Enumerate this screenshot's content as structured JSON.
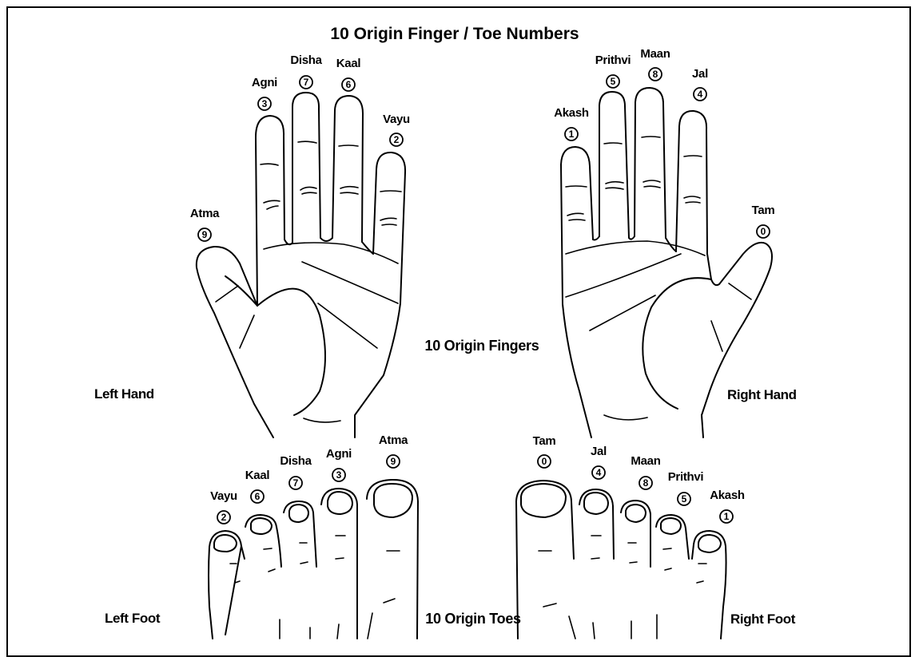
{
  "title": "10 Origin Finger / Toe Numbers",
  "middle_labels": {
    "fingers": "10 Origin Fingers",
    "toes": "10 Origin Toes"
  },
  "sides": {
    "left_hand": "Left Hand",
    "right_hand": "Right Hand",
    "left_foot": "Left Foot",
    "right_foot": "Right Foot"
  },
  "left_hand_digits": [
    {
      "name": "Atma",
      "number": "9"
    },
    {
      "name": "Agni",
      "number": "3"
    },
    {
      "name": "Disha",
      "number": "7"
    },
    {
      "name": "Kaal",
      "number": "6"
    },
    {
      "name": "Vayu",
      "number": "2"
    }
  ],
  "right_hand_digits": [
    {
      "name": "Akash",
      "number": "1"
    },
    {
      "name": "Prithvi",
      "number": "5"
    },
    {
      "name": "Maan",
      "number": "8"
    },
    {
      "name": "Jal",
      "number": "4"
    },
    {
      "name": "Tam",
      "number": "0"
    }
  ],
  "left_foot_digits": [
    {
      "name": "Vayu",
      "number": "2"
    },
    {
      "name": "Kaal",
      "number": "6"
    },
    {
      "name": "Disha",
      "number": "7"
    },
    {
      "name": "Agni",
      "number": "3"
    },
    {
      "name": "Atma",
      "number": "9"
    }
  ],
  "right_foot_digits": [
    {
      "name": "Tam",
      "number": "0"
    },
    {
      "name": "Jal",
      "number": "4"
    },
    {
      "name": "Maan",
      "number": "8"
    },
    {
      "name": "Prithvi",
      "number": "5"
    },
    {
      "name": "Akash",
      "number": "1"
    }
  ]
}
